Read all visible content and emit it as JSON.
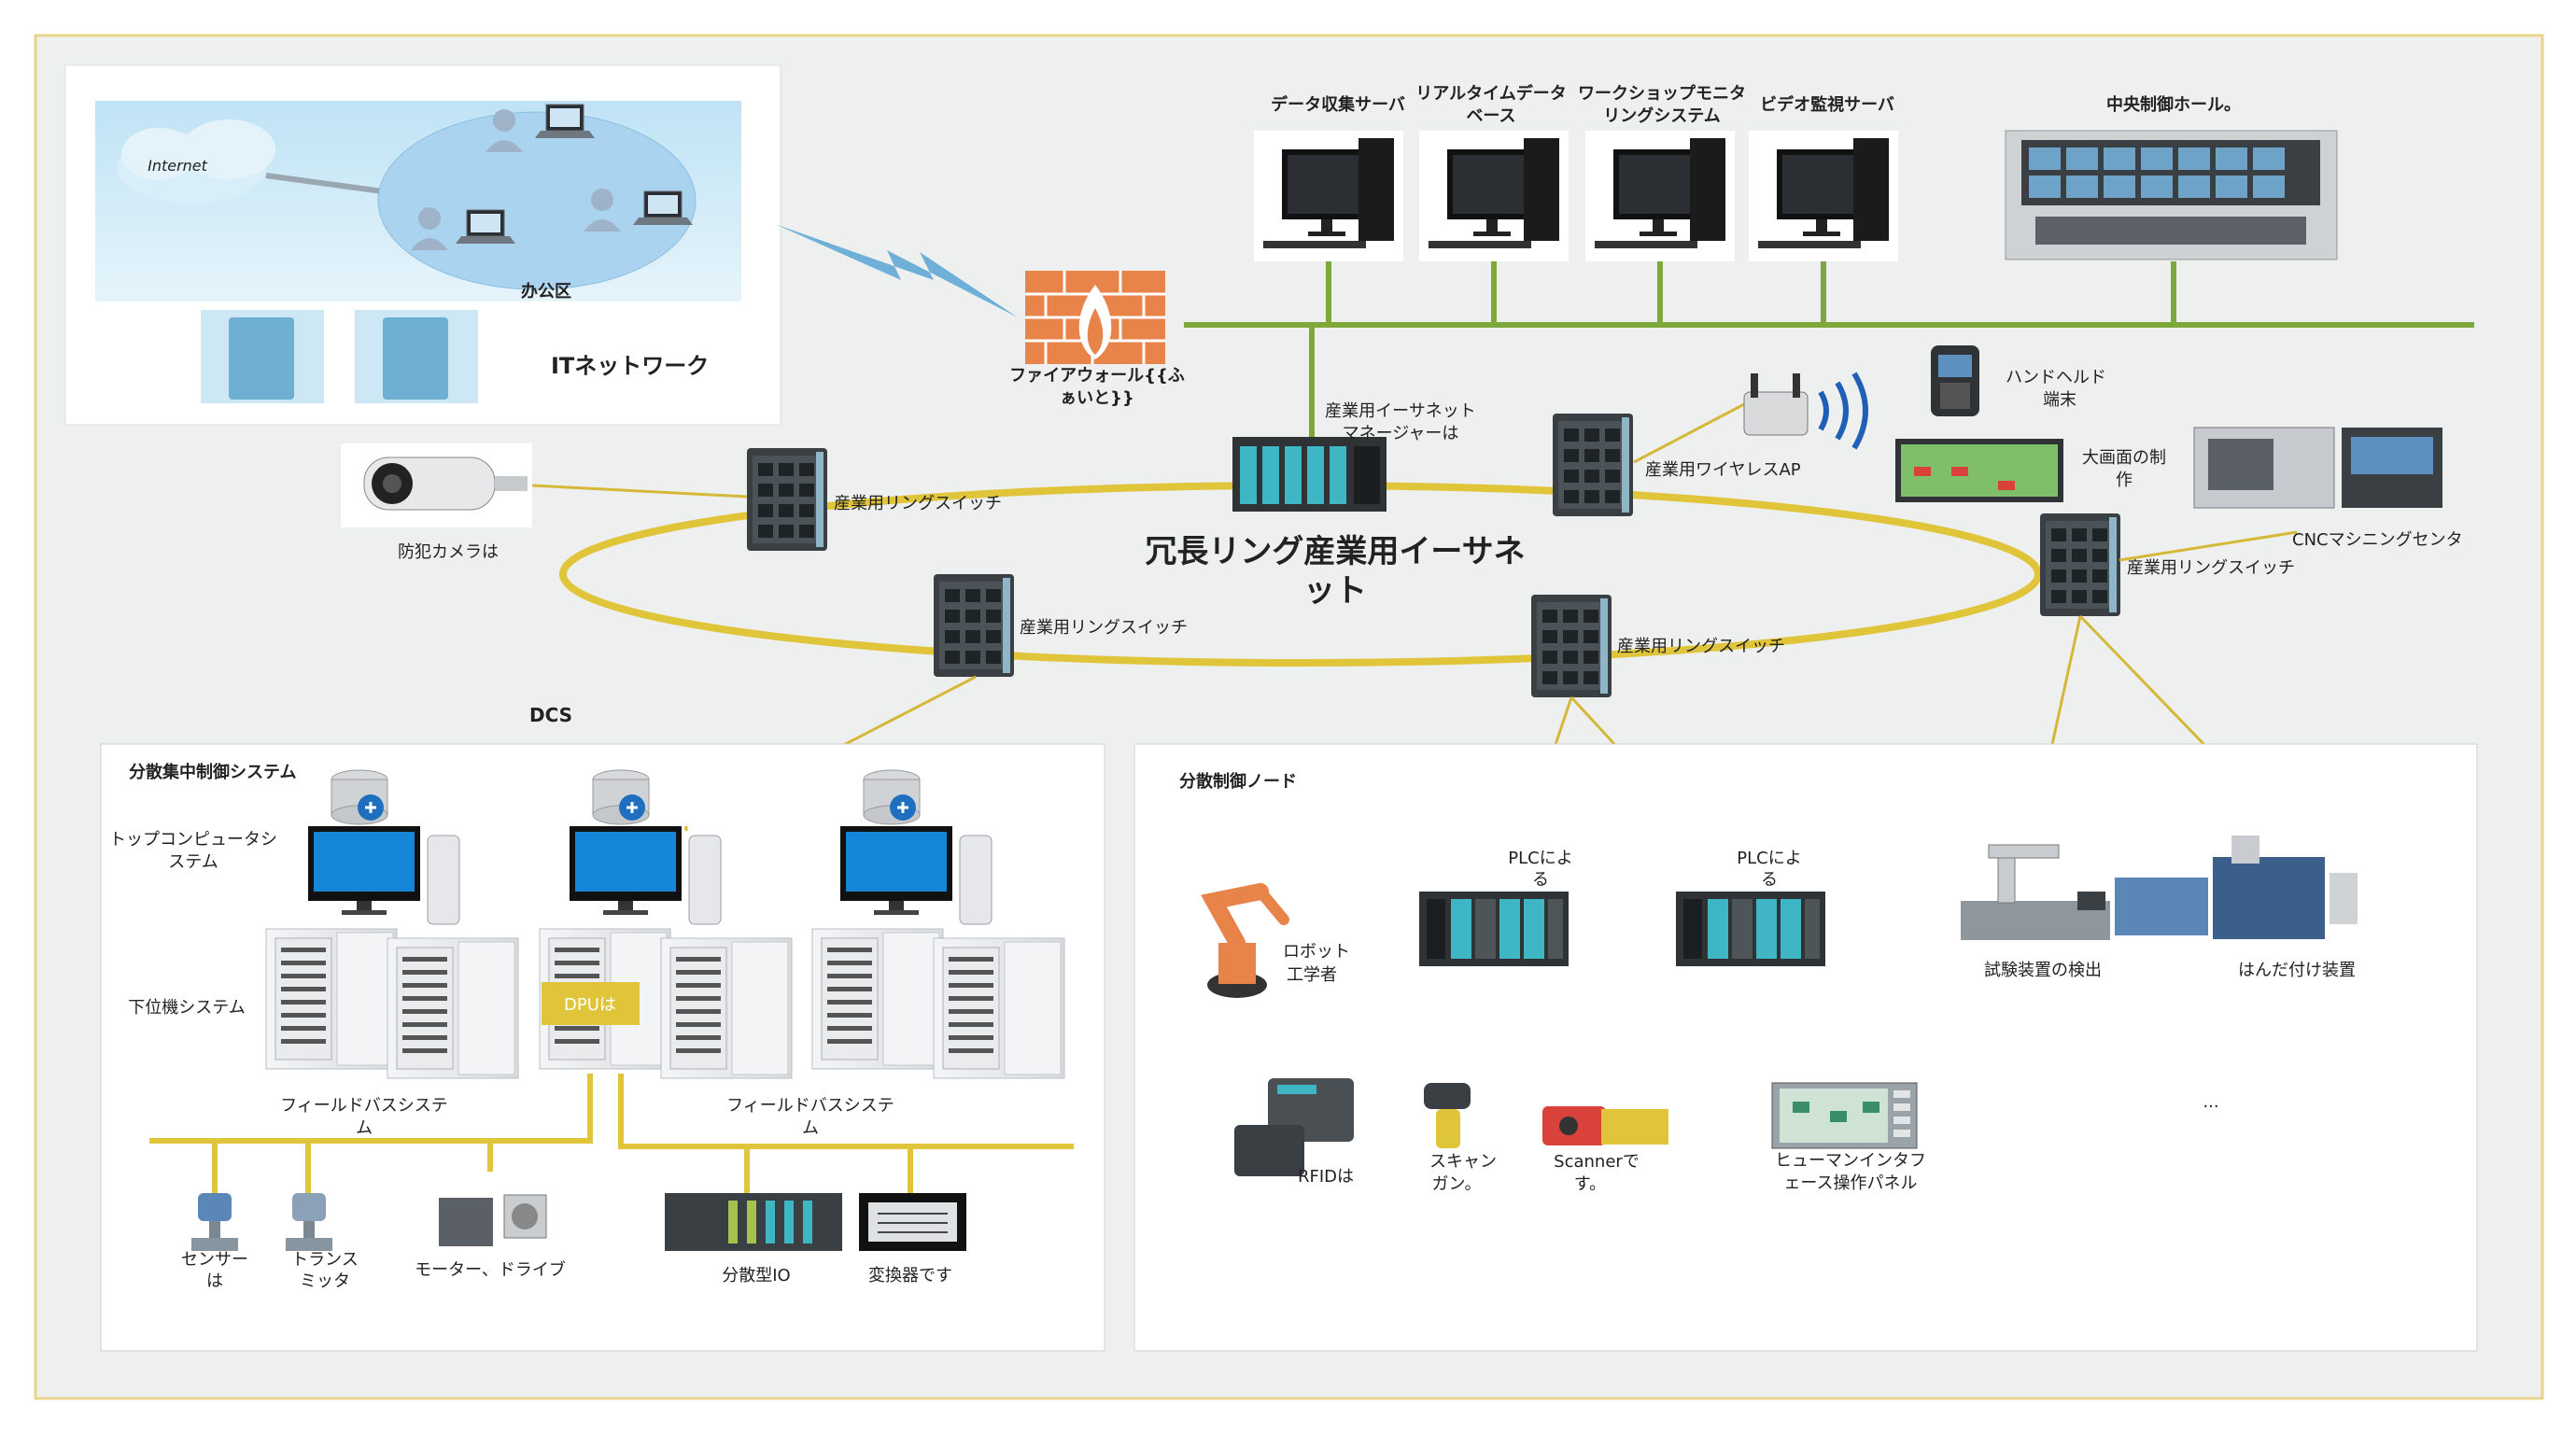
{
  "colors": {
    "ring": "#E0C43A",
    "backbone": "#7FA83B",
    "firewall": "#E8834A",
    "panel_bg": "#EEEFEF",
    "frame": "#E8D48A",
    "link": "#D6B838"
  },
  "it_network": {
    "cloud_label": "Internet",
    "zone_label": "办公区",
    "title": "ITネットワーク"
  },
  "firewall": {
    "label_line1": "ファイアウォール{{ふ",
    "label_line2": "ぁいと}}"
  },
  "servers": [
    {
      "line1": "データ収集サーバ",
      "line2": ""
    },
    {
      "line1": "リアルタイムデータ",
      "line2": "ベース"
    },
    {
      "line1": "ワークショップモニタ",
      "line2": "リングシステム"
    },
    {
      "line1": "ビデオ監視サーバ",
      "line2": ""
    }
  ],
  "control_hall": {
    "label": "中央制御ホール。"
  },
  "ring": {
    "title_line1": "冗長リング産業用イーサネ",
    "title_line2": "ット",
    "manager_line1": "産業用イーサネット",
    "manager_line2": "マネージャーは"
  },
  "switches": [
    {
      "label": "産業用リングスイッチ"
    },
    {
      "label": "産業用リングスイッチ"
    },
    {
      "label": "産業用リングスイッチ"
    },
    {
      "label": "産業用リングスイッチ"
    }
  ],
  "wireless_ap": {
    "label": "産業用ワイヤレスAP"
  },
  "handheld": {
    "line1": "ハンドヘルド",
    "line2": "端末"
  },
  "big_screen": {
    "line1": "大画面の制",
    "line2": "作"
  },
  "cnc": {
    "label": "CNCマシニングセンタ"
  },
  "camera": {
    "label": "防犯カメラは"
  },
  "dcs": {
    "heading": "DCS",
    "title": "分散集中制御システム",
    "top_computer_line1": "トップコンピュータシ",
    "top_computer_line2": "ステム",
    "lower_system": "下位機システム",
    "dpu": "DPUは",
    "fieldbus1_line1": "フィールドバスシステ",
    "fieldbus1_line2": "ム",
    "fieldbus2_line1": "フィールドバスシステ",
    "fieldbus2_line2": "ム",
    "devices": {
      "sensor_line1": "センサー",
      "sensor_line2": "は",
      "transmitter_line1": "トランス",
      "transmitter_line2": "ミッタ",
      "motor": "モーター、ドライブ",
      "distributed_io": "分散型IO",
      "converter": "変換器です"
    }
  },
  "node": {
    "title": "分散制御ノード",
    "plc1_line1": "PLCによ",
    "plc1_line2": "る",
    "plc2_line1": "PLCによ",
    "plc2_line1b": "PLCによ",
    "plc2_line2": "る",
    "robot_line1": "ロボット",
    "robot_line2": "工学者",
    "rfid": "RFIDは",
    "scanner_gun_line1": "スキャン",
    "scanner_gun_line2": "ガン。",
    "scanner_line1": "Scannerで",
    "scanner_line2": "す。",
    "hmi_line1": "ヒューマンインタフ",
    "hmi_line2": "ェース操作パネル",
    "test_device": "試験装置の検出",
    "welding": "はんだ付け装置",
    "ellipsis": "..."
  }
}
